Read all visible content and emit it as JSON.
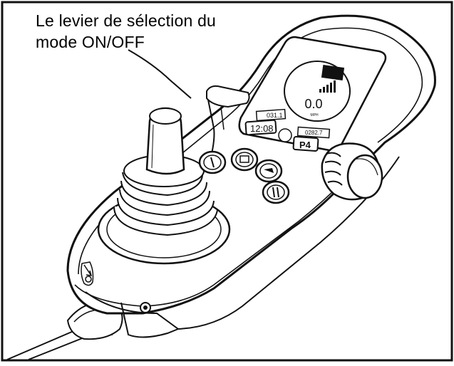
{
  "caption": {
    "line1": "Le levier de sélection du",
    "line2": "mode ON/OFF"
  },
  "display": {
    "speed_value": "0.0",
    "speed_unit": "MPH",
    "odometer": "031.1",
    "clock": "12:08",
    "trip": "0282.7",
    "profile": "P4",
    "battery_bars": 5
  }
}
